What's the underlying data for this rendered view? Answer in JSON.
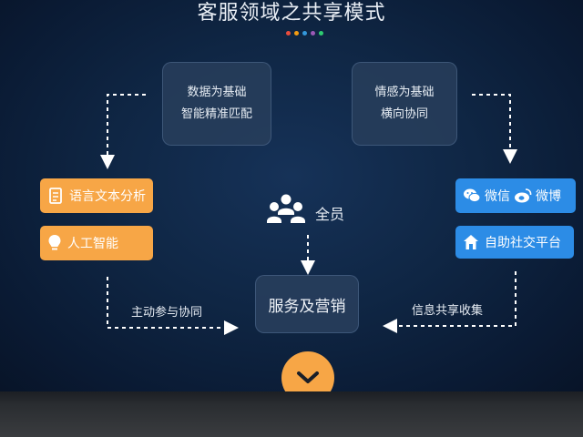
{
  "title": "客服领域之共享模式",
  "colors": {
    "orange": "#f7a646",
    "blue": "#2c8ce6",
    "card": "#283e5c",
    "dots": [
      "#e84c3d",
      "#f39c12",
      "#3498db",
      "#9b59b6",
      "#2ecc71"
    ]
  },
  "cards": {
    "left": {
      "line1": "数据为基础",
      "line2": "智能精准匹配"
    },
    "right": {
      "line1": "情感为基础",
      "line2": "横向协同"
    }
  },
  "left_tags": [
    {
      "label": "语言文本分析",
      "icon": "document-icon"
    },
    {
      "label": "人工智能",
      "icon": "lightbulb-icon"
    }
  ],
  "right_tags": [
    {
      "label_a": "微信",
      "icon_a": "wechat-icon",
      "label_b": "微博",
      "icon_b": "weibo-icon"
    },
    {
      "label": "自助社交平台",
      "icon": "home-icon"
    }
  ],
  "center": {
    "people_label": "全员",
    "people_icon": "group-icon",
    "service_label": "服务及营销"
  },
  "flows": {
    "left_label": "主动参与协同",
    "right_label": "信息共享收集"
  },
  "nav": {
    "icon": "chevron-down-icon"
  }
}
